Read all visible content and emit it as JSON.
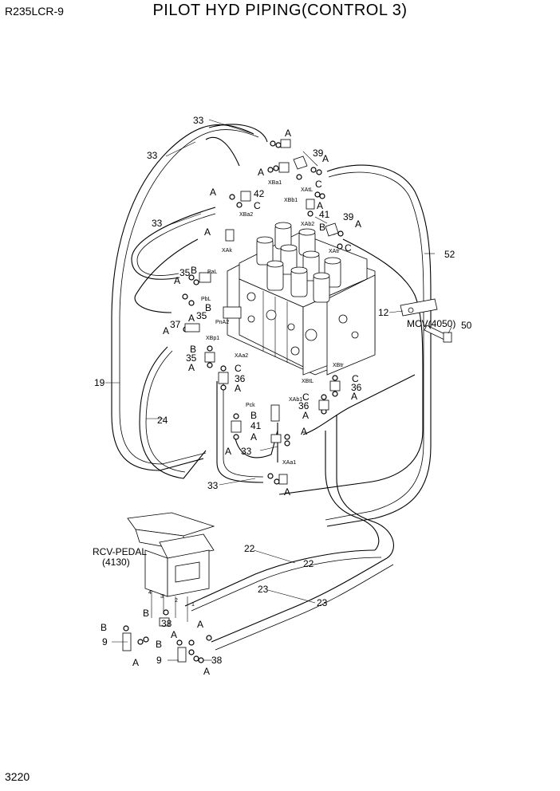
{
  "header": {
    "model": "R235LCR-9",
    "title": "PILOT HYD PIPING(CONTROL 3)"
  },
  "footer": {
    "page_number": "3220"
  },
  "diagram": {
    "components": {
      "mcv": "MCV(4050)",
      "rcv_pedal_name": "RCV-PEDAL",
      "rcv_pedal_code": "(4130)"
    },
    "ports": {
      "pal": "PaL",
      "pbl": "PbL",
      "pna2": "PnA2",
      "xak": "XAk",
      "xba1": "XBa1",
      "xba2": "XBa2",
      "xbb1": "XBb1",
      "xatl": "XAtL",
      "xab2": "XAb2",
      "xatr": "XAtr",
      "xbp1": "XBp1",
      "xaa2": "XAa2",
      "pck": "Pck",
      "xab1": "XAb1",
      "xbtl": "XBtL",
      "xbtr": "XBtr",
      "xaa1": "XAa1"
    },
    "pedal_ports": [
      "4",
      "3",
      "2",
      "1"
    ],
    "part_numbers": {
      "p9": "9",
      "p12": "12",
      "p19": "19",
      "p22": "22",
      "p23": "23",
      "p24": "24",
      "p33": "33",
      "p35": "35",
      "p36": "36",
      "p37": "37",
      "p38": "38",
      "p39": "39",
      "p41": "41",
      "p42": "42",
      "p50": "50",
      "p52": "52"
    },
    "ring_codes": {
      "a": "A",
      "b": "B",
      "c": "C"
    }
  }
}
